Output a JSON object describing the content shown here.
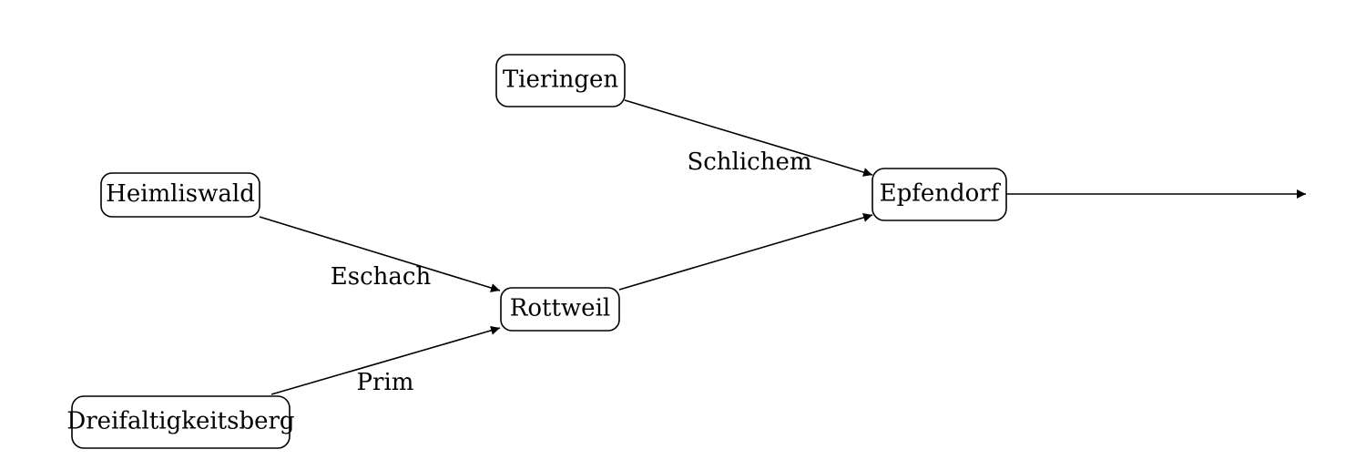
{
  "nodes": {
    "tieringen": "Tieringen",
    "heimliswald": "Heimliswald",
    "epfendorf": "Epfendorf",
    "rottweil": "Rottweil",
    "dreifaltigkeitsberg": "Dreifaltigkeitsberg"
  },
  "edges": {
    "schlichem": "Schlichem",
    "eschach": "Eschach",
    "prim": "Prim"
  },
  "colors": {
    "stroke": "#000000",
    "fill": "#ffffff",
    "text": "#000000"
  }
}
